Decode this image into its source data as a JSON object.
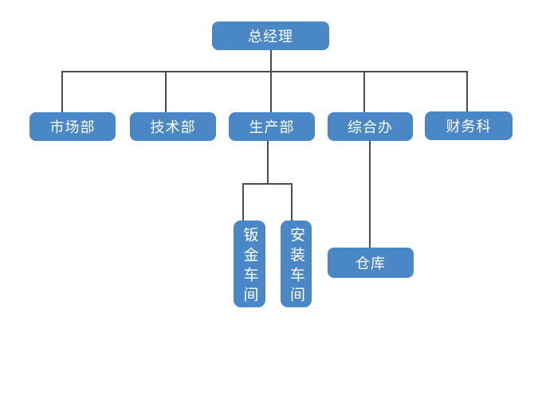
{
  "diagram": {
    "type": "org-chart",
    "colors": {
      "background": "#ffffff",
      "node_fill": "#4a87c6",
      "node_text": "#ffffff",
      "connector": "#4d4d4d"
    },
    "nodes": {
      "general_manager": {
        "label": "总经理",
        "level": 1
      },
      "marketing_dept": {
        "label": "市场部",
        "level": 2
      },
      "technology_dept": {
        "label": "技术部",
        "level": 2
      },
      "production_dept": {
        "label": "生产部",
        "level": 2
      },
      "general_office": {
        "label": "综合办",
        "level": 2
      },
      "finance_section": {
        "label": "财务科",
        "level": 2
      },
      "sheet_metal_workshop": {
        "label": "钣金车间",
        "level": 3,
        "orientation": "vertical"
      },
      "installation_workshop": {
        "label": "安装车间",
        "level": 3,
        "orientation": "vertical"
      },
      "warehouse": {
        "label": "仓库",
        "level": 3
      }
    },
    "edges": [
      {
        "from": "总经理",
        "to": "市场部"
      },
      {
        "from": "总经理",
        "to": "技术部"
      },
      {
        "from": "总经理",
        "to": "生产部"
      },
      {
        "from": "总经理",
        "to": "综合办"
      },
      {
        "from": "总经理",
        "to": "财务科"
      },
      {
        "from": "生产部",
        "to": "钣金车间"
      },
      {
        "from": "生产部",
        "to": "安装车间"
      },
      {
        "from": "综合办",
        "to": "仓库"
      }
    ]
  }
}
